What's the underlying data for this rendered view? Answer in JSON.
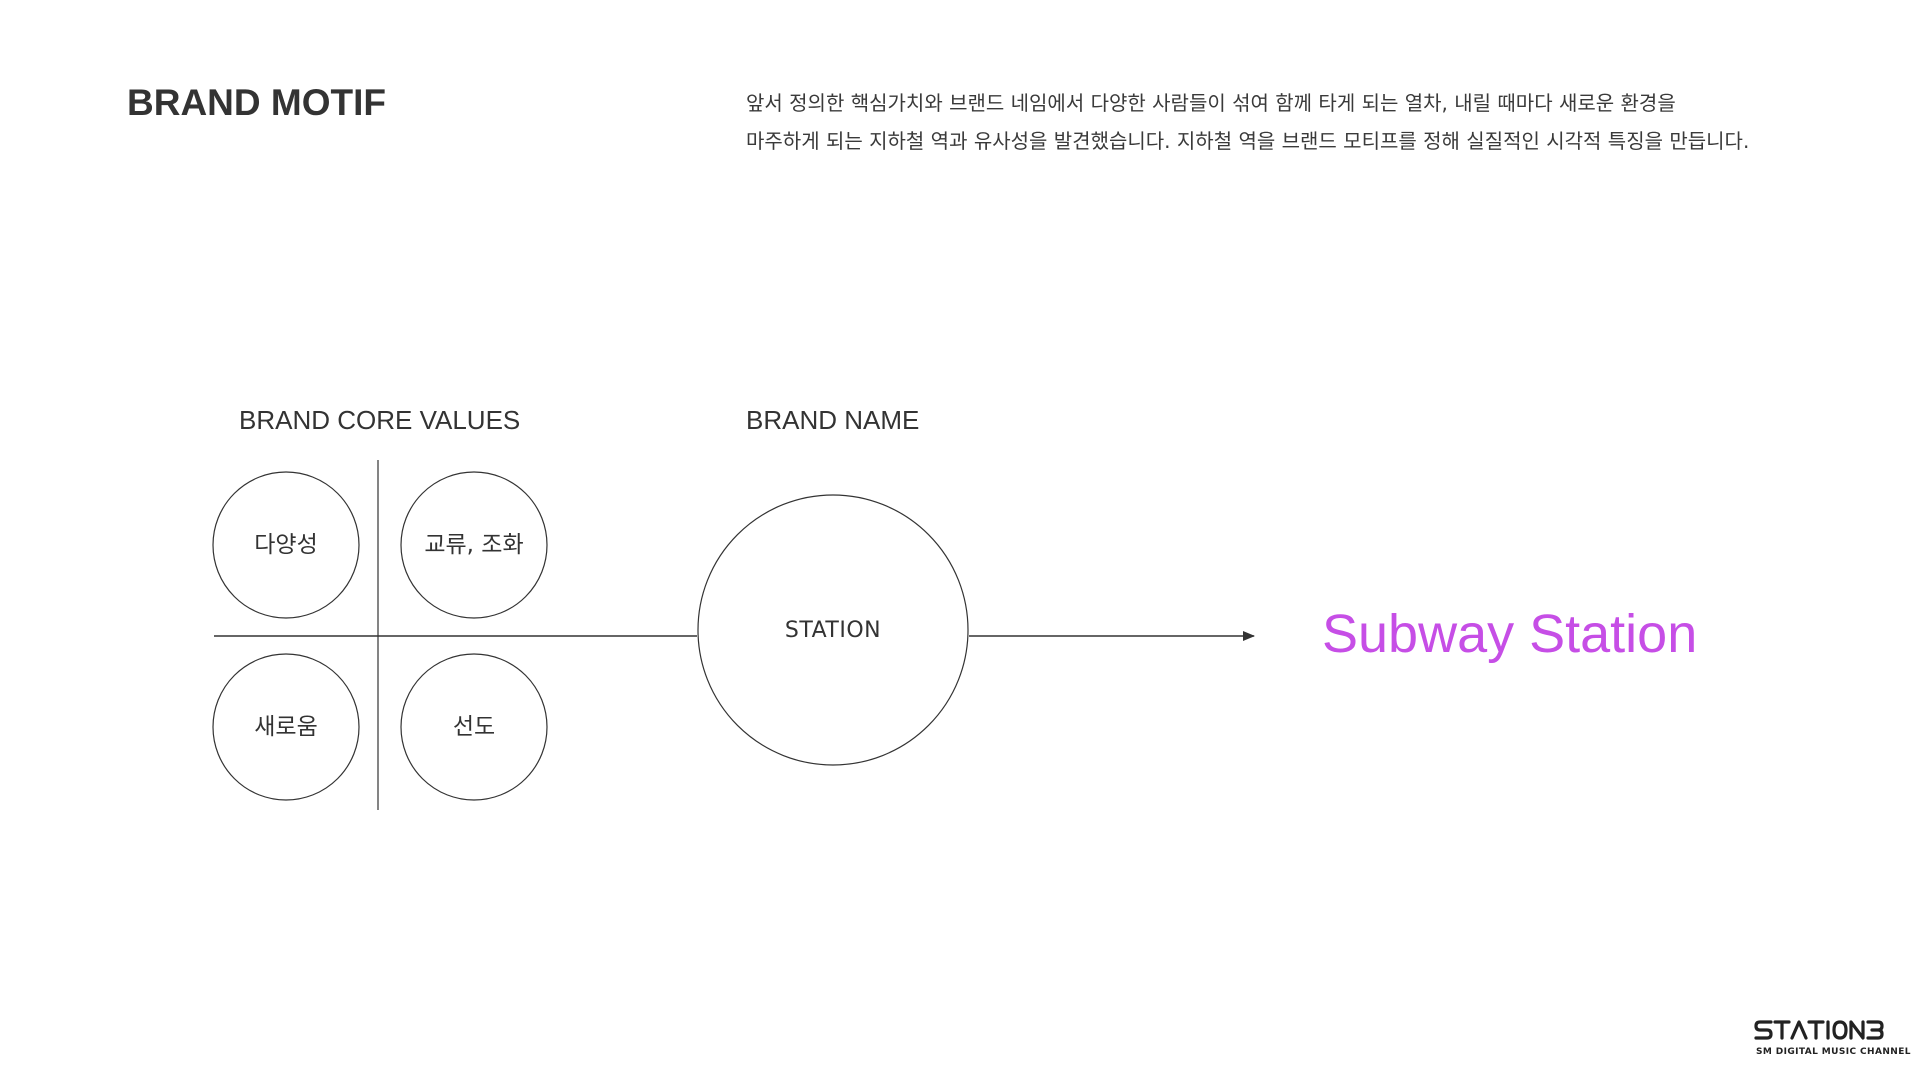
{
  "header": {
    "title": "BRAND MOTIF",
    "intro_lines": [
      "앞서 정의한 핵심가치와 브랜드 네임에서 다양한 사람들이 섞여 함께 타게 되는 열차, 내릴 때마다 새로운 환경을",
      "마주하게 되는 지하철 역과 유사성을 발견했습니다. 지하철 역을 브랜드 모티프를 정해 실질적인 시각적 특징을 만듭니다."
    ]
  },
  "diagram": {
    "core_values_label": "BRAND CORE VALUES",
    "brand_name_label": "BRAND NAME",
    "core_values": [
      "다양성",
      "교류, 조화",
      "새로움",
      "선도"
    ],
    "brand_name": "STATION",
    "result": "Subway Station"
  },
  "colors": {
    "result": "#c64ee6",
    "line": "#333333"
  },
  "footer": {
    "logo_text": "STATION3",
    "logo_subtitle": "SM DIGITAL MUSIC CHANNEL"
  }
}
